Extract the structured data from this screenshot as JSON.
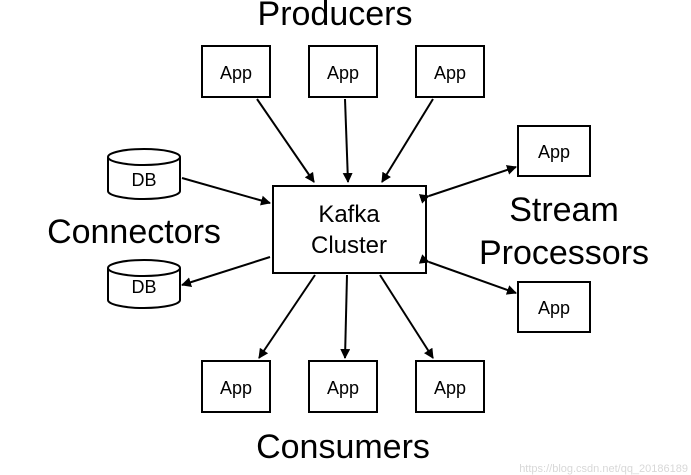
{
  "labels": {
    "producers": "Producers",
    "consumers": "Consumers",
    "connectors": "Connectors",
    "stream_line1": "Stream",
    "stream_line2": "Processors"
  },
  "cluster": {
    "line1": "Kafka",
    "line2": "Cluster"
  },
  "app_label": "App",
  "db_label": "DB",
  "watermark": "https://blog.csdn.net/qq_20186189"
}
